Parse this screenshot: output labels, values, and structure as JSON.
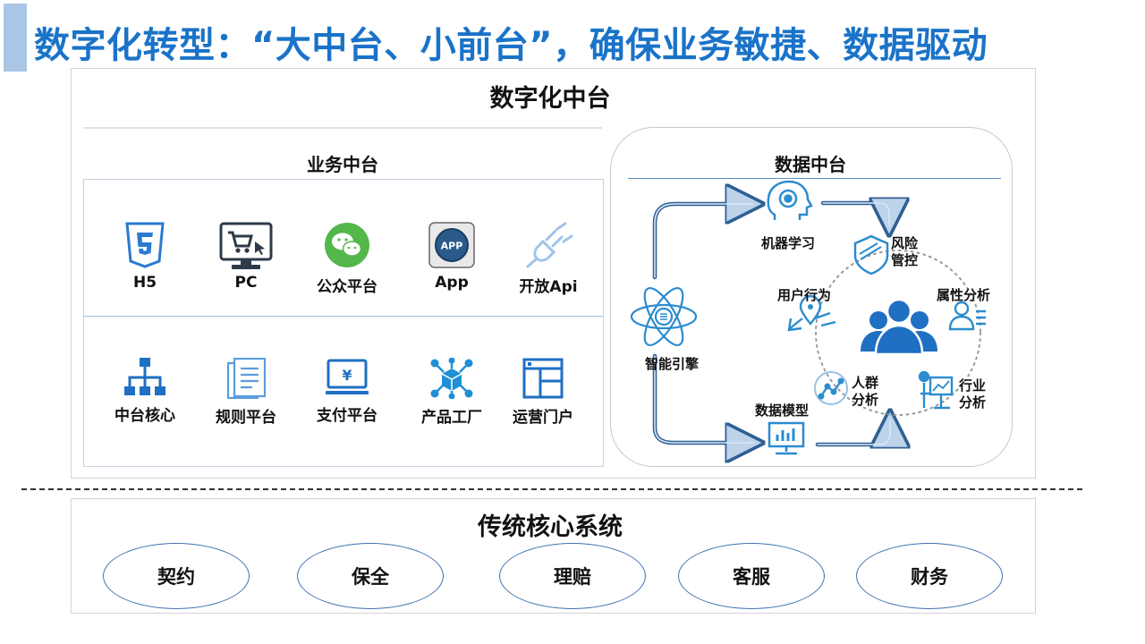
{
  "slide_title": "数字化转型：“大中台、小前台”，确保业务敏捷、数据驱动",
  "middle_platform": {
    "title": "数字化中台",
    "business": {
      "title": "业务中台",
      "front_items": [
        {
          "label": "H5",
          "icon": "html5-icon"
        },
        {
          "label": "PC",
          "icon": "pc-cart-icon"
        },
        {
          "label": "公众平台",
          "icon": "wechat-icon"
        },
        {
          "label": "App",
          "icon": "app-icon"
        },
        {
          "label": "开放Api",
          "icon": "plug-icon"
        }
      ],
      "core_items": [
        {
          "label": "中台核心",
          "icon": "org-chart-icon"
        },
        {
          "label": "规则平台",
          "icon": "document-icon"
        },
        {
          "label": "支付平台",
          "icon": "payment-screen-icon"
        },
        {
          "label": "产品工厂",
          "icon": "cube-network-icon"
        },
        {
          "label": "运营门户",
          "icon": "portal-layout-icon"
        }
      ]
    },
    "data": {
      "title": "数据中台",
      "nodes": {
        "machine_learning": "机器学习",
        "risk_control": [
          "风险",
          "管控"
        ],
        "user_behavior": "用户行为",
        "attribute_analysis": "属性分析",
        "intelligent_engine": "智能引擎",
        "crowd_analysis": [
          "人群",
          "分析"
        ],
        "industry_analysis": [
          "行业",
          "分析"
        ],
        "data_model": "数据模型"
      },
      "icon_color": "#1a73c8"
    }
  },
  "legacy": {
    "title": "传统核心系统",
    "items": [
      "契约",
      "保全",
      "理赔",
      "客服",
      "财务"
    ]
  }
}
